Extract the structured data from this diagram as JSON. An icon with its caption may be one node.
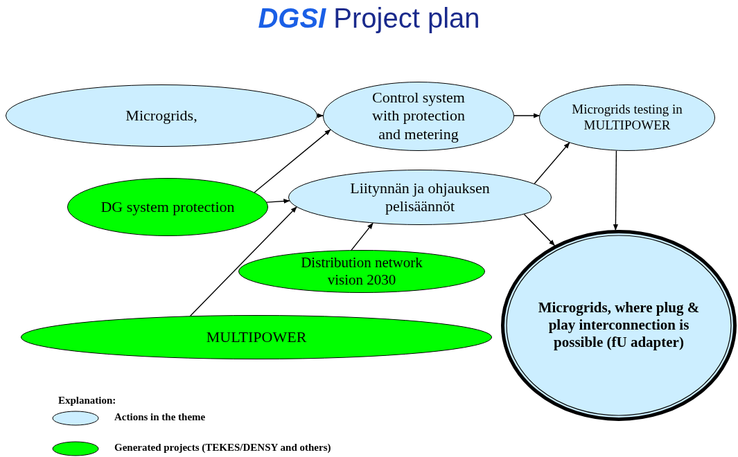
{
  "diagram": {
    "title": "**DGSI** Project plan",
    "nodes": [
      {
        "text": [
          "Microgrids,"
        ]
      },
      {
        "text": [
          "Control system with protection and metering"
        ]
      },
      {
        "text": [
          "Microgrids testing in MULTIPOWER"
        ]
      },
      {
        "text": [
          "DG system protection"
        ]
      },
      {
        "text": [
          "Liitynnän ja ohjauksen pelisäännöt"
        ]
      },
      {
        "text": [
          "Distribution network vision 2030"
        ]
      },
      {
        "text": [
          "MULTIPOWER"
        ]
      },
      {
        "text": [
          "Microgrids, where plug & play interconnection is possible (fU adapter)"
        ]
      }
    ],
    "edges": [
      {
        "from": 0,
        "to": 1,
        "arrow": "to"
      },
      {
        "from": 1,
        "to": 2,
        "arrow": "to"
      },
      {
        "from": 3,
        "to": 1,
        "arrow": "to"
      },
      {
        "from": 3,
        "to": 4,
        "arrow": "to"
      },
      {
        "from": 6,
        "to": 4,
        "arrow": "to"
      },
      {
        "from": 5,
        "to": 4,
        "arrow": "to"
      },
      {
        "from": 4,
        "to": 2,
        "arrow": "to"
      },
      {
        "from": 4,
        "to": 7,
        "arrow": "to"
      },
      {
        "from": 2,
        "to": 7,
        "arrow": "to"
      }
    ],
    "labels": [
      "Explanation:"
    ],
    "legend": [
      {
        "text": "Actions in the theme",
        "color": "#cceeff"
      },
      {
        "text": "Generated projects  (TEKES/DENSY and others)",
        "color": "#00ff00"
      }
    ]
  }
}
